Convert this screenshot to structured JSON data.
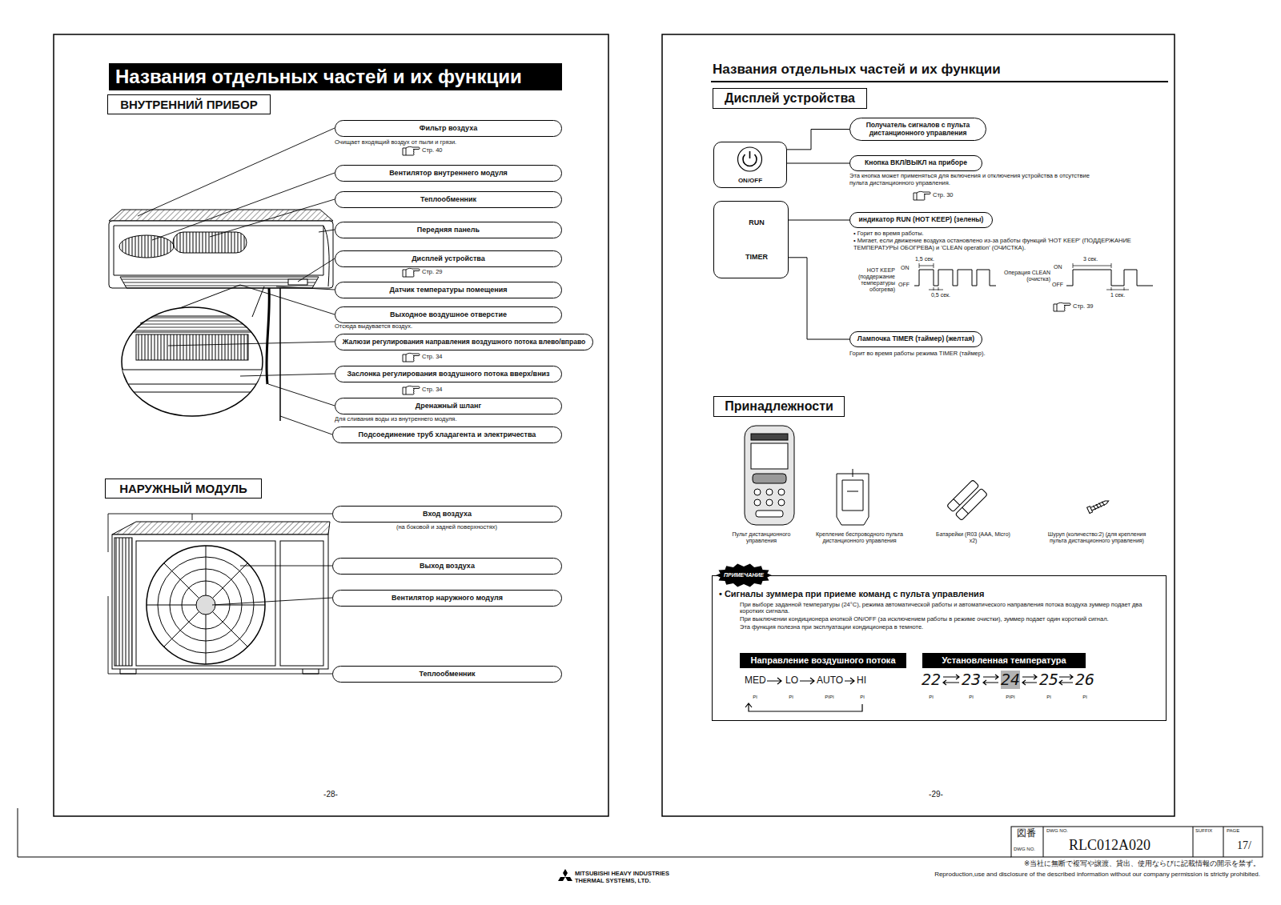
{
  "diagram": {
    "title": "Названия отдельных частей и их функции",
    "nodes": [
      {
        "text": [
          "ВНУТРЕННИЙ ПРИБОР"
        ]
      },
      {
        "text": [
          "Фильтр воздуха"
        ]
      },
      {
        "text": [
          "Вентилятор внутреннего модуля"
        ]
      },
      {
        "text": [
          "Теплообменник"
        ]
      },
      {
        "text": [
          "Передняя панель"
        ]
      },
      {
        "text": [
          "Дисплей устройства"
        ]
      },
      {
        "text": [
          "Датчик температуры помещения"
        ]
      },
      {
        "text": [
          "Выходное воздушное отверстие"
        ]
      },
      {
        "text": [
          "Жалюзи регулирования направления воздушного потока влево/вправо"
        ]
      },
      {
        "text": [
          "Заслонка регулирования воздушного потока вверх/вниз"
        ]
      },
      {
        "text": [
          "Дренажный шланг"
        ]
      },
      {
        "text": [
          "Подсоединение труб хладагента и электричества"
        ]
      },
      {
        "text": [
          "НАРУЖНЫЙ МОДУЛЬ"
        ]
      },
      {
        "text": [
          "Вход воздуха"
        ]
      },
      {
        "text": [
          "Выход воздуха"
        ]
      },
      {
        "text": [
          "Вентилятор наружного модуля"
        ]
      },
      {
        "text": [
          "Теплообменник"
        ]
      },
      {
        "text": [
          "Дисплей устройства"
        ]
      },
      {
        "text": [
          "ON/OFF"
        ]
      },
      {
        "text": [
          "RUN",
          "TIMER"
        ]
      },
      {
        "text": [
          "Получатель сигналов с пульта дистанционного управления"
        ]
      },
      {
        "text": [
          "Кнопка ВКЛ/ВЫКЛ на приборе"
        ]
      },
      {
        "text": [
          "индикатор RUN (HOT KEEP) (зелены)"
        ]
      },
      {
        "text": [
          "Лампочка TIMER (таймер) (желтая)"
        ]
      },
      {
        "text": [
          "Принадлежности"
        ]
      },
      {
        "text": [
          "• Сигналы зуммера при приеме команд с пульта управления",
          "При выборе заданной температуры (24°C), режима автоматической работы и автоматического направления потока воздуха зуммер подает два коротких сигнала.",
          "При выключении кондиционера кнопкой ON/OFF (за исключением работы в режиме очистки), зуммер подает один короткий сигнал.",
          "Эта функция полезна при эксплуатации кондиционера в темноте."
        ]
      },
      {
        "text": [
          "ПРИМЕЧАНИЕ"
        ]
      },
      {
        "text": [
          "Направление воздушного потока"
        ],
        "in": 25
      },
      {
        "text": [
          "Установленная температура"
        ],
        "in": 25
      }
    ],
    "edges": [
      {
        "from": 18,
        "to": 20,
        "arrow": "none"
      },
      {
        "from": 18,
        "to": 21,
        "arrow": "none"
      },
      {
        "from": 19,
        "to": 22,
        "arrow": "none"
      },
      {
        "from": 19,
        "to": 23,
        "arrow": "none"
      }
    ],
    "labels": [
      "Очищает входящий воздух от пыли и грязи.",
      "Стр. 40",
      "Стр. 29",
      "Отсюда выдувается воздух.",
      "Стр. 34",
      "Стр. 34",
      "Для сливания воды из внутреннего модуля.",
      "(на боковой и задней поверхностях)",
      "-28-",
      "Названия отдельных частей и их функции",
      "Эта кнопка может применяться для включения и отключения устройства в отсутствие пульта дистанционного управления.",
      "Стр. 30",
      "• Горит во время работы.",
      "• Мигает, если движение воздуха остановлено из-за работы функций 'HOT KEEP' (ПОДДЕРЖАНИЕ ТЕМПЕРАТУРЫ ОБОГРЕВА) и 'CLEAN operation' (ОЧИСТКА).",
      "1,5 сек.",
      "HOT KEEP (поддержание температуры обогрева)",
      "ON",
      "OFF",
      "0,5 сек.",
      "3 сек.",
      "Операция CLEAN (очистка)",
      "ON",
      "OFF",
      "1 сек.",
      "Стр. 39",
      "Горит во время работы режима TIMER (таймер).",
      "Пульт дистанционного управления",
      "Крепление беспроводного пульта дистанционного управления",
      "Батарейки (R03 (AAA, Micro) x2)",
      "Шуруп (количество:2) (для крепления пульта дистанционного управления)",
      "MED",
      "LO",
      "AUTO",
      "HI",
      "PI",
      "PI",
      "PIPI",
      "PI",
      "22",
      "23",
      "24",
      "25",
      "26",
      "PI",
      "PI",
      "PIPI",
      "PI",
      "PI",
      "-29-",
      "図番",
      "DWG NO.",
      "DWG NO.",
      "RLC012A020",
      "SUFFIX",
      "PAGE",
      "17/",
      "※当社に無断で複写や譲渡、貸出、使用ならびに記載情報の開示を禁ず。",
      "Reproduction,use and disclosure of the described information without our company permission is strictly prohibited.",
      "MITSUBISHI HEAVY INDUSTRIES",
      "THERMAL SYSTEMS, LTD."
    ]
  }
}
